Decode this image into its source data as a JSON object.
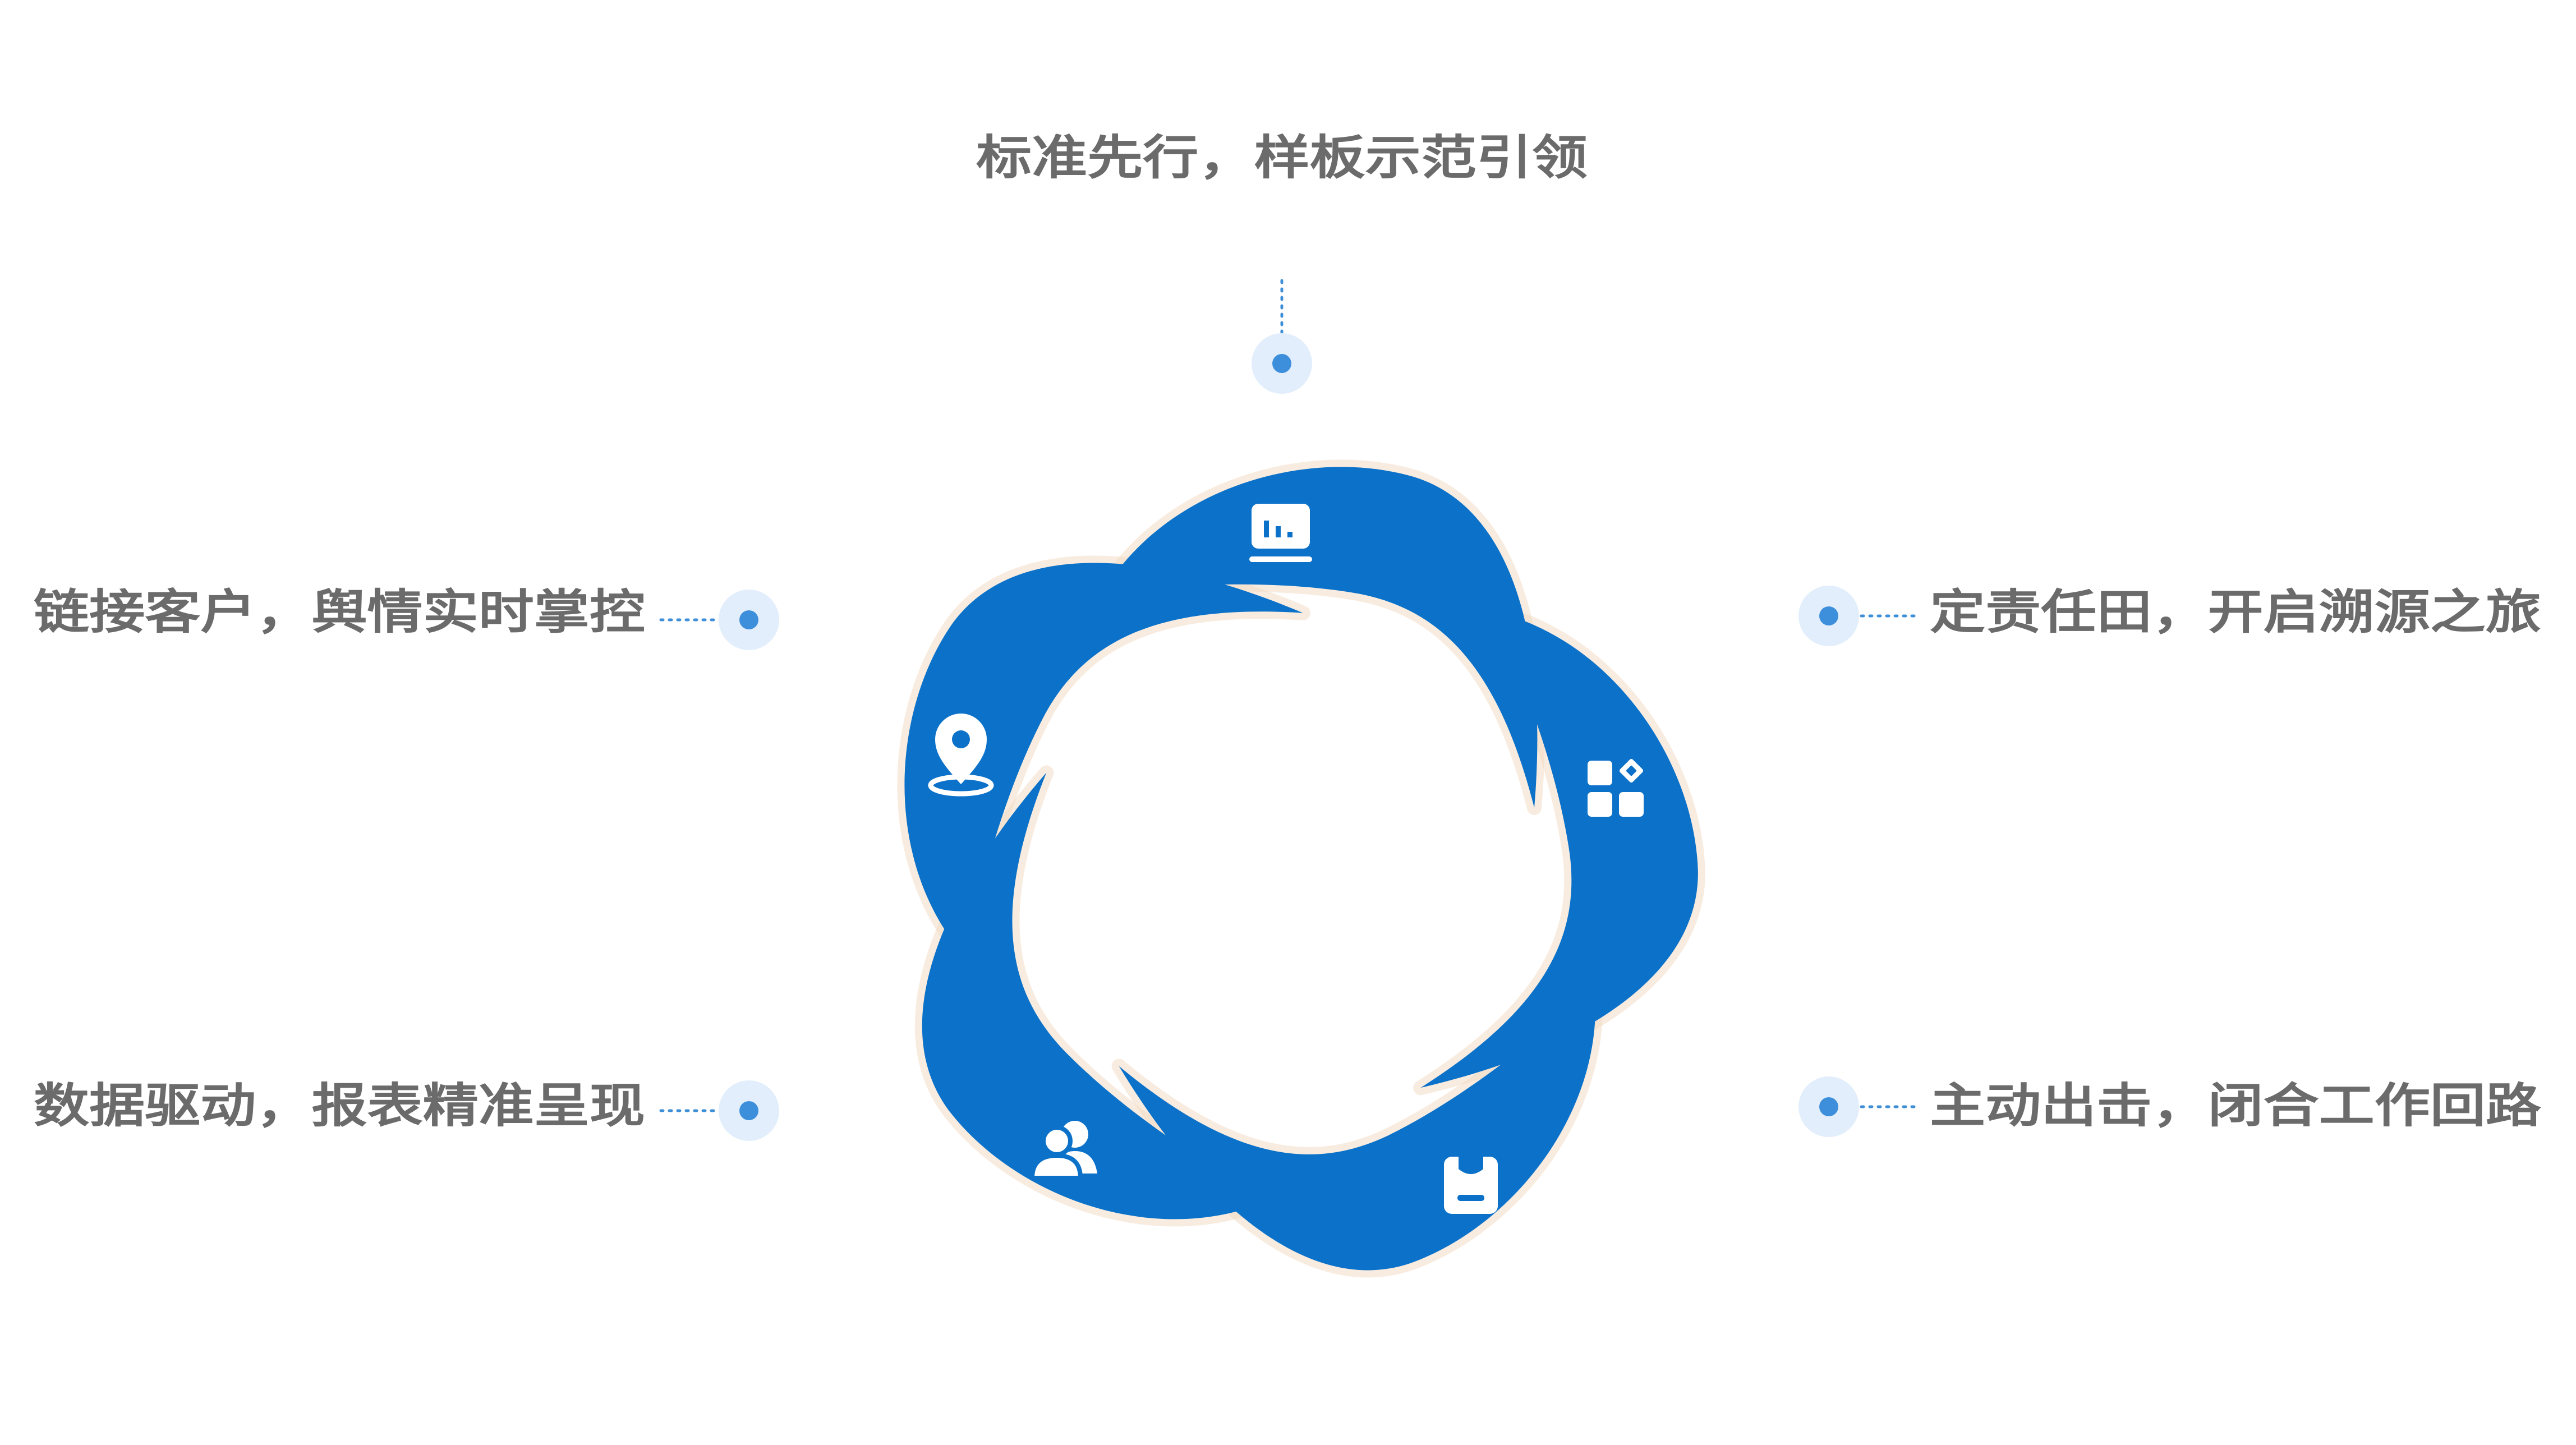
{
  "diagram": {
    "title": "",
    "colors": {
      "petal": "#0b71c9",
      "label": "#6b6b6b",
      "dot": "#3d8fdc",
      "dot_halo": "#e2eefb",
      "connector": "#3f8fd8"
    },
    "items": [
      {
        "label": "标准先行，样板示范引领",
        "icon": "dashboard-monitor-icon"
      },
      {
        "label": "定责任田，开启溯源之旅",
        "icon": "app-grid-icon"
      },
      {
        "label": "主动出击，闭合工作回路",
        "icon": "clipboard-badge-icon"
      },
      {
        "label": "数据驱动，报表精准呈现",
        "icon": "users-group-icon"
      },
      {
        "label": "链接客户，舆情实时掌控",
        "icon": "location-pin-icon"
      }
    ]
  }
}
